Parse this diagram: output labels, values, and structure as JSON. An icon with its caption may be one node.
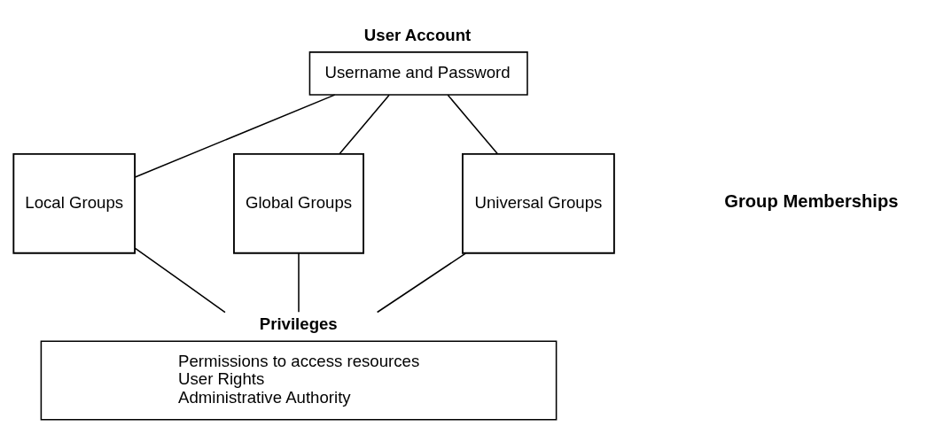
{
  "diagram": {
    "nodes": [
      {
        "text": [
          "User Account",
          "Username and Password"
        ]
      },
      {
        "text": [
          "Local Groups"
        ]
      },
      {
        "text": [
          "Global Groups"
        ]
      },
      {
        "text": [
          "Universal Groups"
        ]
      },
      {
        "text": [
          "Privileges",
          "Permissions to access resources",
          "User Rights",
          "Administrative Authority"
        ]
      }
    ],
    "edges": [
      {
        "from": 0,
        "to": 1,
        "arrow": "none"
      },
      {
        "from": 0,
        "to": 2,
        "arrow": "none"
      },
      {
        "from": 0,
        "to": 3,
        "arrow": "none"
      },
      {
        "from": 1,
        "to": 4,
        "arrow": "none"
      },
      {
        "from": 2,
        "to": 4,
        "arrow": "none"
      },
      {
        "from": 3,
        "to": 4,
        "arrow": "none"
      }
    ],
    "labels": [
      "Group Memberships"
    ]
  }
}
